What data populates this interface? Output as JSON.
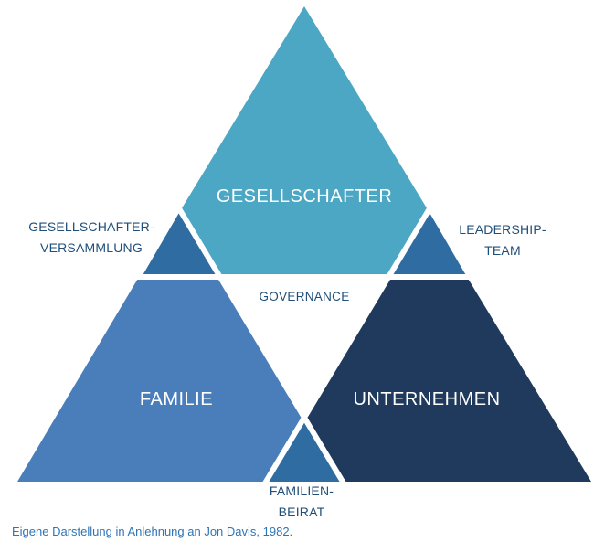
{
  "diagram": {
    "regions": {
      "gesellschafter": {
        "label": "GESELLSCHAFTER",
        "color": "#4BA7C3"
      },
      "familie": {
        "label": "FAMILIE",
        "color": "#4A7EBB"
      },
      "unternehmen": {
        "label": "UNTERNEHMEN",
        "color": "#1F3A5C"
      },
      "gesellschafterversammlung": {
        "label_line1": "GESELLSCHAFTER-",
        "label_line2": "VERSAMMLUNG",
        "color": "#2E6CA2"
      },
      "leadership_team": {
        "label_line1": "LEADERSHIP-",
        "label_line2": "TEAM",
        "color": "#2E6CA2"
      },
      "familienbeirat": {
        "label_line1": "FAMILIEN-",
        "label_line2": "BEIRAT",
        "color": "#2E6CA2"
      },
      "governance": {
        "label": "GOVERNANCE"
      }
    },
    "text_colors": {
      "label_dark_blue": "#1F4E79",
      "caption_blue": "#2E74B5",
      "on_shape_white": "#FFFFFF"
    },
    "separator_color": "#FFFFFF"
  },
  "caption": "Eigene Darstellung in Anlehnung an Jon Davis, 1982."
}
